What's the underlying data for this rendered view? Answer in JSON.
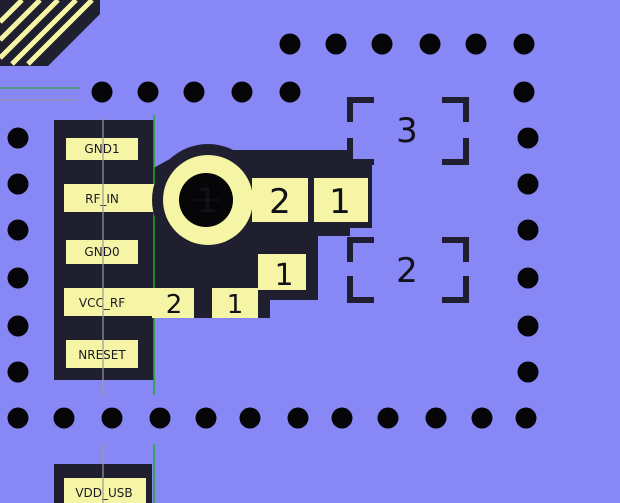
{
  "colors": {
    "board": "#8787f5",
    "copper": "#f5f5a5",
    "mask": "#1f1f30",
    "silk": "#111118",
    "via": "#060608",
    "keepout_green": "#22aa22",
    "guide_gray": "#999999"
  },
  "pads": {
    "gnd1": "GND1",
    "rf_in": "RF_IN",
    "gnd0": "GND0",
    "vcc_rf": "VCC_RF",
    "nreset": "NRESET",
    "vdd_usb": "VDD_USB"
  },
  "designators": {
    "connector_pin": "1",
    "cap_top_pin2": "2",
    "cap_top_pin1": "1",
    "cap_vcc_pin2": "2",
    "cap_vcc_pin1": "1",
    "cap_vcc_pin1_upper": "1",
    "footprint_3": "3",
    "footprint_2": "2"
  }
}
